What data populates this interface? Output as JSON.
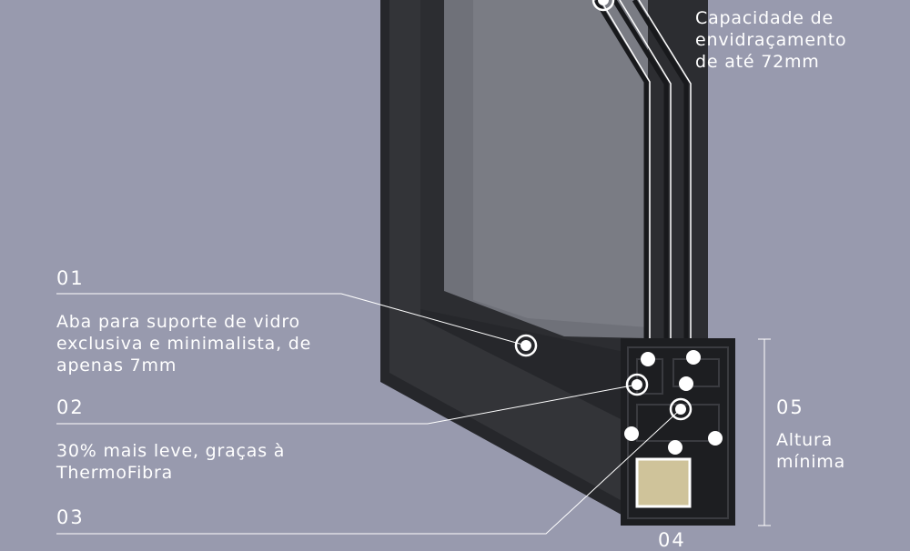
{
  "colors": {
    "background": "#989aae",
    "frame": "#2b2c30",
    "glass": "#6e7078",
    "text": "#ffffff"
  },
  "callouts": [
    {
      "number": "01",
      "text": "Aba para suporte de vidro\nexclusiva e minimalista, de\napenas 7mm"
    },
    {
      "number": "02",
      "text": "30% mais leve, graças à\nThermoFibra"
    },
    {
      "number": "03",
      "text": ""
    },
    {
      "number": "04",
      "text": ""
    },
    {
      "number": "05",
      "text": "Altura\nmínima"
    }
  ],
  "glazing_note": "Capacidade de\nenvidraçamento\nde até 72mm"
}
